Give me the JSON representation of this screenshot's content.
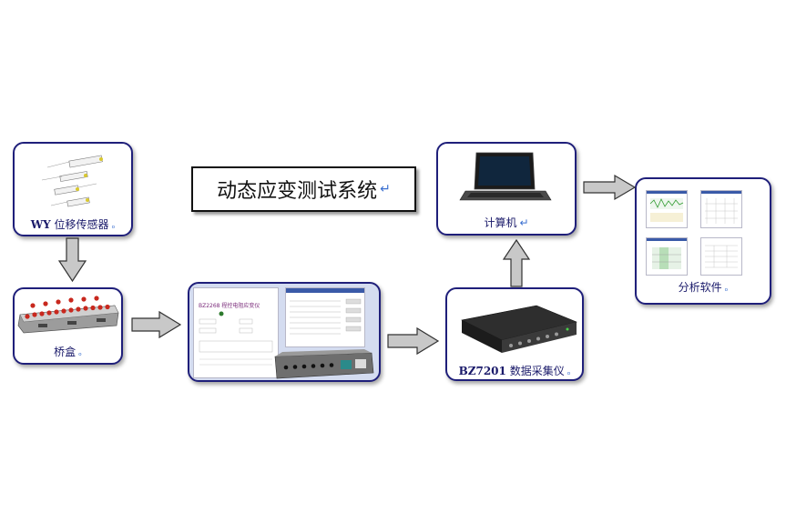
{
  "title": "动态应变测试系统",
  "nodes": {
    "sensor": {
      "name_bold": "WY",
      "name_rest": " 位移传感器"
    },
    "bridge": {
      "name": "桥盒"
    },
    "amplifier": {
      "panel_text": "BZ2268 程控电阻应变仪"
    },
    "daq": {
      "name_bold": "BZ7201",
      "name_rest": " 数据采集仪"
    },
    "computer": {
      "name": "计算机"
    },
    "software": {
      "name": "分析软件"
    }
  },
  "marks": {
    "para": "↵",
    "small": "ₒ"
  },
  "colors": {
    "border": "#1f1f7a",
    "arrow_fill": "#c8c8c8",
    "arrow_stroke": "#333333",
    "panel_bg": "#d4dcf0"
  }
}
